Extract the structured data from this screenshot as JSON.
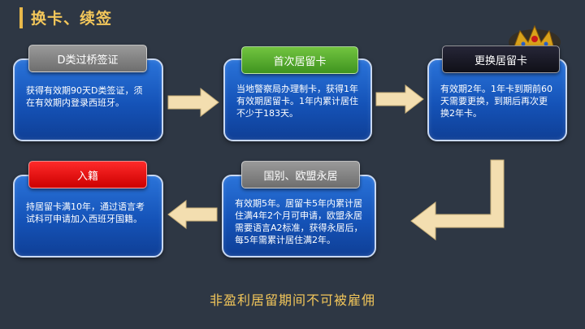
{
  "title": "换卡、续签",
  "steps": [
    {
      "tag": "D类过桥签证",
      "body": "获得有效期90天D类签证，须在有效期内登录西班牙。",
      "tag_color": "#8a8a8a"
    },
    {
      "tag": "首次居留卡",
      "body": "当地警察局办理制卡，获得1年有效期居留卡。1年内累计居住不少于183天。",
      "tag_color": "#5aac2f"
    },
    {
      "tag": "更换居留卡",
      "body": "有效期2年。1年卡到期前60天需要更换，到期后再次更换2年卡。",
      "tag_color": "#1a1a26"
    },
    {
      "tag": "国别、欧盟永居",
      "body": "有效期5年。居留卡5年内累计居住满4年2个月可申请，欧盟永居需要语言A2标准，获得永居后，每5年需累计居住满2年。",
      "tag_color": "#8a8a8a"
    },
    {
      "tag": "入籍",
      "body": "持居留卡满10年，通过语言考试科可申请加入西班牙国籍。",
      "tag_color": "#ee1111"
    }
  ],
  "footer_note": "非盈利居留期间不可被雇佣",
  "colors": {
    "background": "#2e3744",
    "accent": "#f2c65a",
    "card": "#1a5cc4",
    "arrow": "#f3deb0"
  }
}
